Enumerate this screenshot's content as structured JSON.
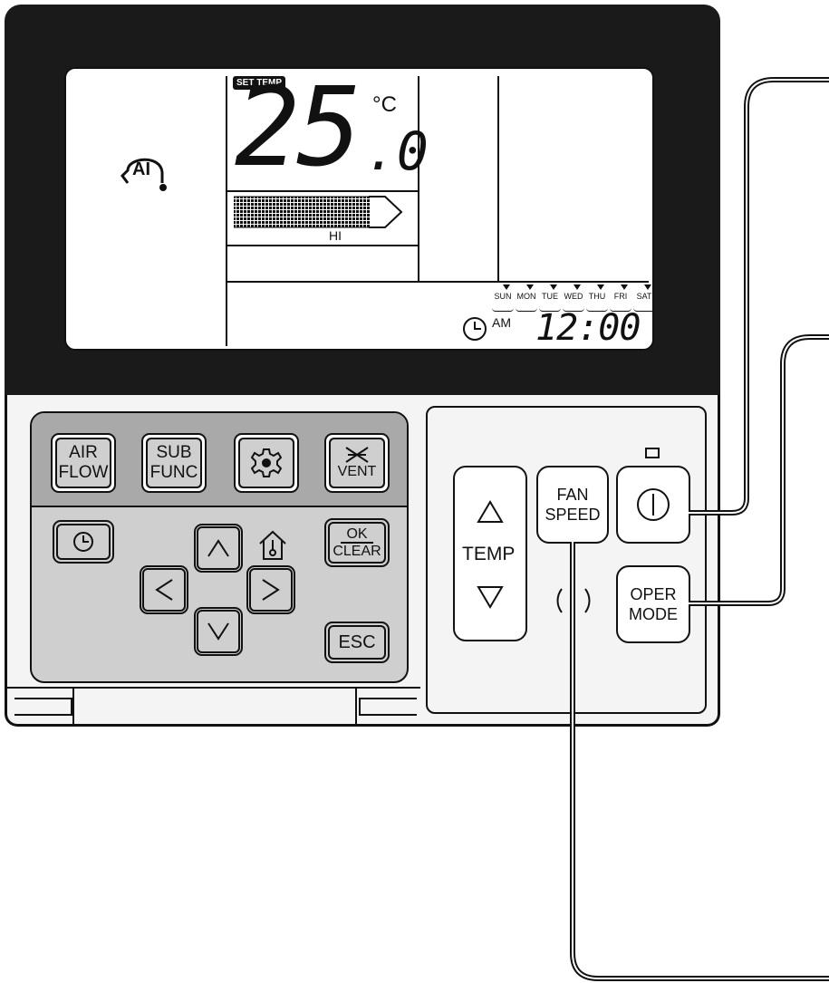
{
  "lcd": {
    "ai_label": "AI",
    "set_temp_badge": "SET TEMP",
    "temperature_main": "25",
    "temperature_decimal": ".0",
    "temperature_unit": "°C",
    "fan_level": "HI",
    "days": [
      "SUN",
      "MON",
      "TUE",
      "WED",
      "THU",
      "FRI",
      "SAT"
    ],
    "am_pm": "AM",
    "clock": "12:00"
  },
  "left_panel": {
    "air_flow_line1": "AIR",
    "air_flow_line2": "FLOW",
    "sub_func_line1": "SUB",
    "sub_func_line2": "FUNC",
    "vent_label": "VENT",
    "ok_label": "OK",
    "clear_label": "CLEAR",
    "esc_label": "ESC"
  },
  "right_panel": {
    "temp_label": "TEMP",
    "fan_speed_line1": "FAN",
    "fan_speed_line2": "SPEED",
    "oper_mode_line1": "OPER",
    "oper_mode_line2": "MODE"
  },
  "colors": {
    "body": "#1a1a1a",
    "panel": "#f4f4f4",
    "keypad_top": "#a9a9a9",
    "keypad_bottom": "#cfcfcf"
  }
}
